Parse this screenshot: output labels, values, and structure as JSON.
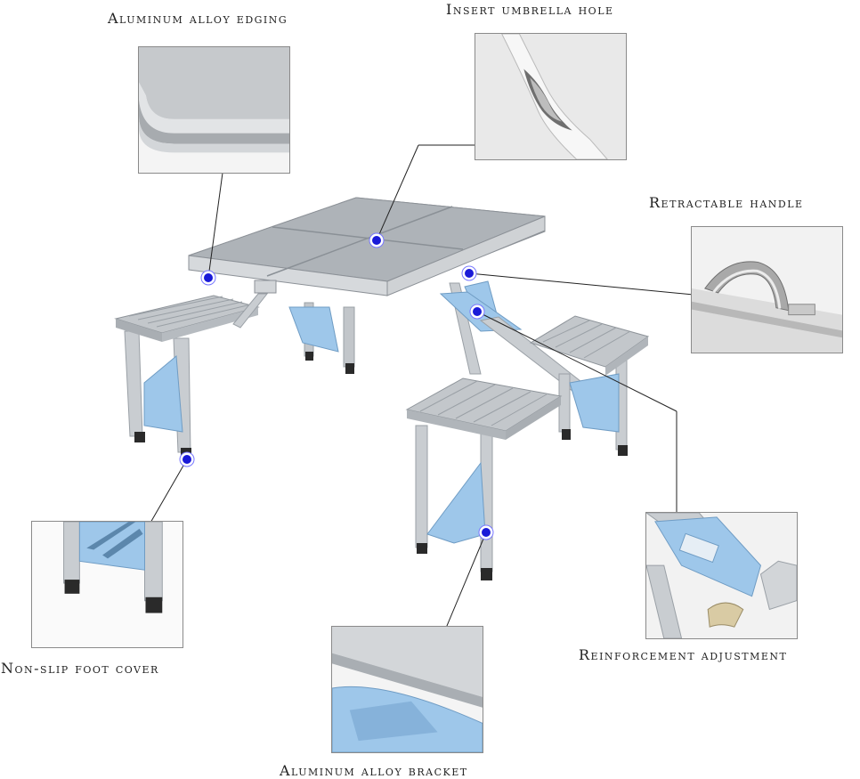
{
  "labels": {
    "aluminum_alloy_edging": "Aluminum alloy edging",
    "insert_umbrella_hole": "Insert umbrella hole",
    "retractable_handle": "Retractable handle",
    "non_slip_foot_cover": "Non-slip foot cover",
    "reinforcement_adjustment": "Reinforcement adjustment",
    "aluminum_alloy_bracket": "Aluminum alloy bracket"
  },
  "colors": {
    "aluminum": "#c9cdd1",
    "aluminum_dark": "#9aa0a6",
    "bracket_blue": "#9ec7ea",
    "marker": "#1a1ad8",
    "foot": "#2a2a2a",
    "leader": "#222222"
  }
}
